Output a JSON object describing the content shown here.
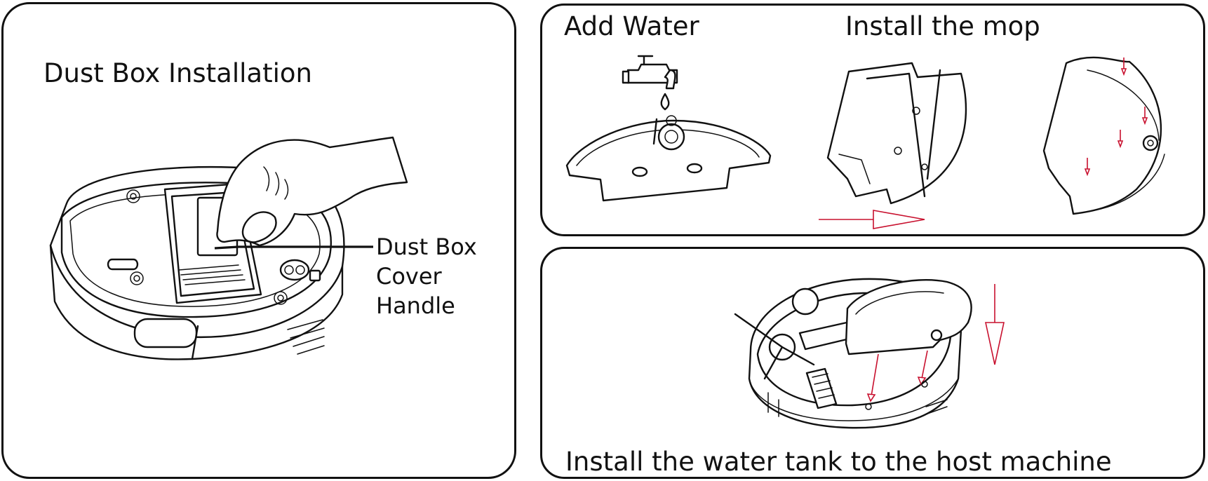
{
  "dust_box": {
    "title": "Dust Box Installation",
    "label_lines": [
      "Dust Box",
      "Cover",
      "Handle"
    ]
  },
  "add_water": {
    "title": "Add Water"
  },
  "install_mop": {
    "title": "Install the mop"
  },
  "water_tank": {
    "title": "Install the water tank to the host machine"
  },
  "colors": {
    "arrow": "#c8102e",
    "line": "#111111"
  }
}
